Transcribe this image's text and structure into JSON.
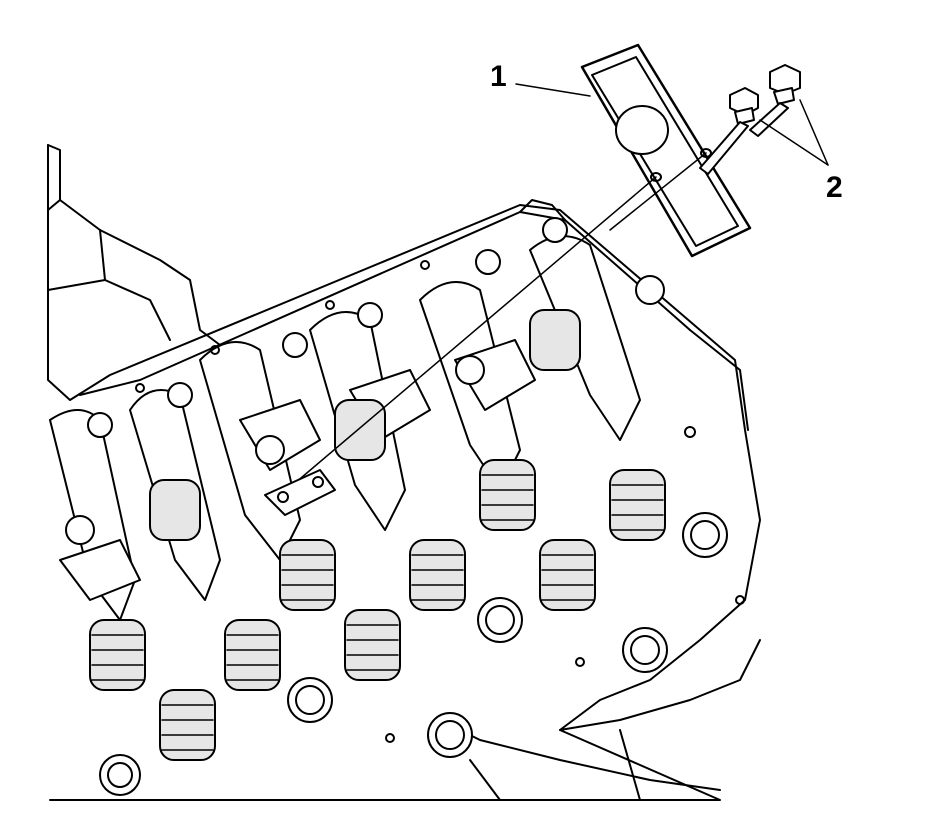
{
  "diagram": {
    "callouts": [
      {
        "id": "1",
        "label": "1"
      },
      {
        "id": "2",
        "label": "2"
      }
    ],
    "colors": {
      "line": "#000000",
      "fill": "#ffffff",
      "shade": "#e6e6e6"
    }
  }
}
